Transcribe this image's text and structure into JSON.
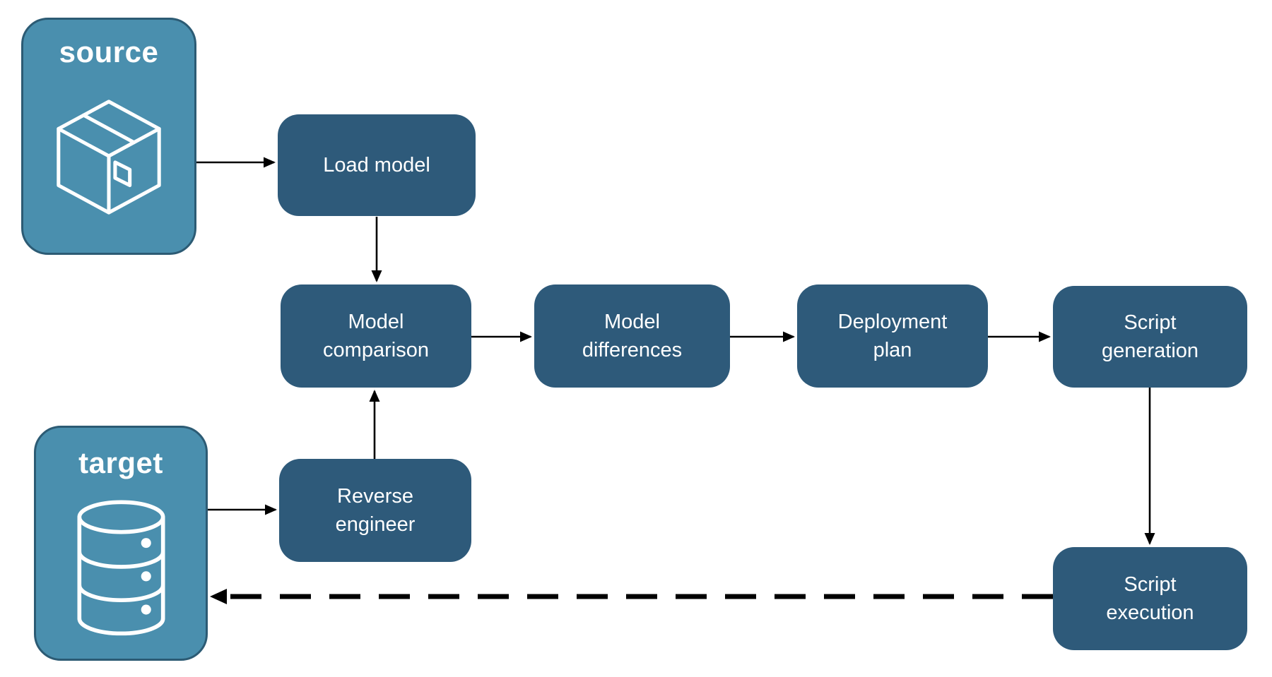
{
  "diagram": {
    "nodes": {
      "source": {
        "label": "source",
        "icon": "package-icon",
        "kind": "endpoint"
      },
      "target": {
        "label": "target",
        "icon": "database-icon",
        "kind": "endpoint"
      },
      "load_model": {
        "label": "Load model",
        "kind": "step"
      },
      "model_comparison": {
        "label": "Model\ncomparison",
        "kind": "step"
      },
      "model_differences": {
        "label": "Model\ndifferences",
        "kind": "step"
      },
      "deployment_plan": {
        "label": "Deployment\nplan",
        "kind": "step"
      },
      "script_generation": {
        "label": "Script\ngeneration",
        "kind": "step"
      },
      "reverse_engineer": {
        "label": "Reverse\nengineer",
        "kind": "step"
      },
      "script_execution": {
        "label": "Script\nexecution",
        "kind": "step"
      }
    },
    "edges": [
      {
        "from": "source",
        "to": "load_model",
        "style": "solid"
      },
      {
        "from": "load_model",
        "to": "model_comparison",
        "style": "solid"
      },
      {
        "from": "model_comparison",
        "to": "model_differences",
        "style": "solid"
      },
      {
        "from": "model_differences",
        "to": "deployment_plan",
        "style": "solid"
      },
      {
        "from": "deployment_plan",
        "to": "script_generation",
        "style": "solid"
      },
      {
        "from": "script_generation",
        "to": "script_execution",
        "style": "solid"
      },
      {
        "from": "target",
        "to": "reverse_engineer",
        "style": "solid"
      },
      {
        "from": "reverse_engineer",
        "to": "model_comparison",
        "style": "solid"
      },
      {
        "from": "script_execution",
        "to": "target",
        "style": "dashed"
      }
    ],
    "colors": {
      "node_fill": "#2E5A7A",
      "endpoint_fill": "#4A8FAE",
      "endpoint_border": "#2C5B74",
      "arrow": "#000000",
      "label_text": "#FFFFFF",
      "background": "#FFFFFF"
    }
  }
}
